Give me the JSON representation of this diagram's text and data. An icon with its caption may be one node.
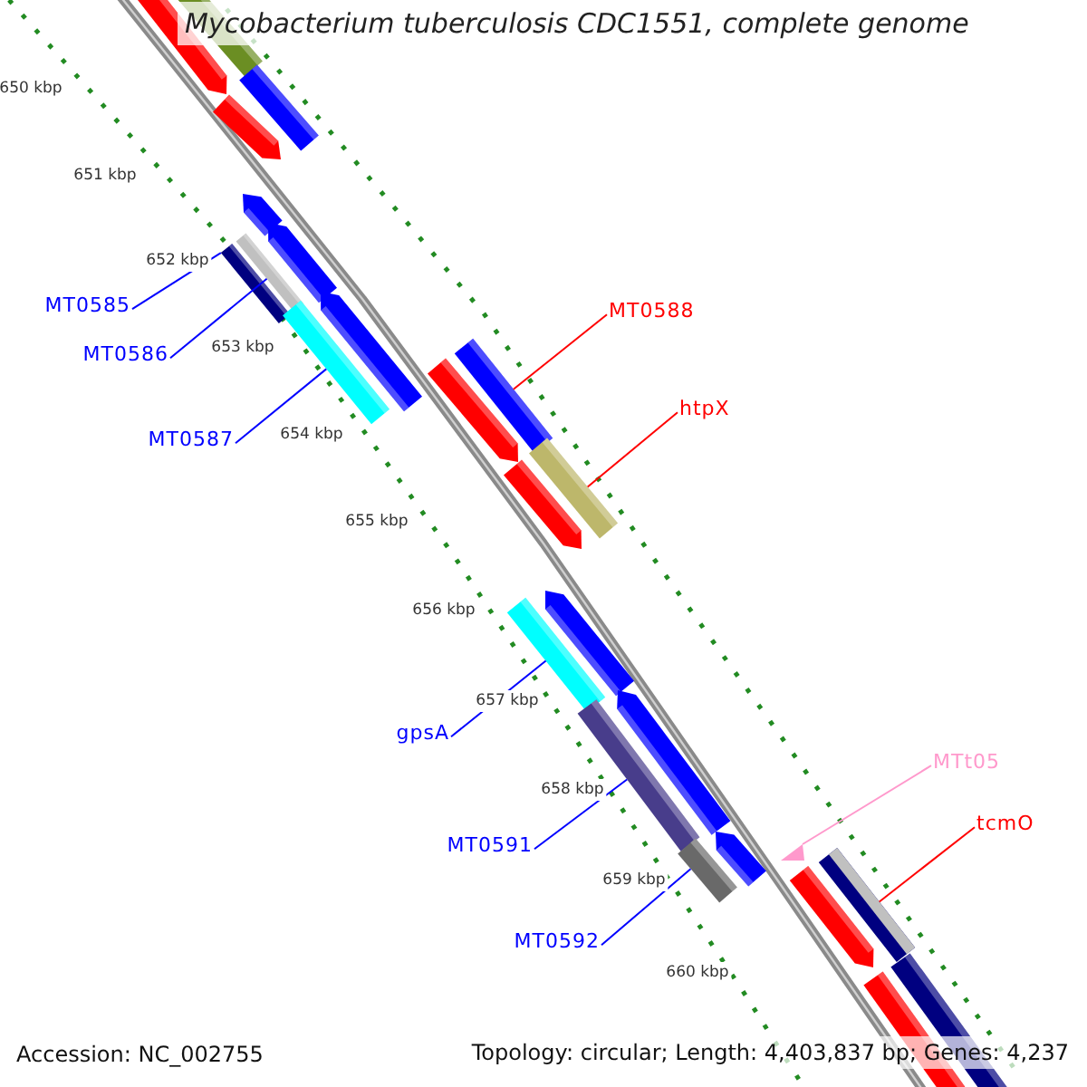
{
  "diagram": {
    "title": "Mycobacterium tuberculosis CDC1551, complete genome",
    "nodes": [
      {
        "text": [
          "MT0585"
        ]
      },
      {
        "text": [
          "MT0586"
        ]
      },
      {
        "text": [
          "MT0587"
        ]
      },
      {
        "text": [
          "MT0588"
        ]
      },
      {
        "text": [
          "htpX"
        ]
      },
      {
        "text": [
          "gpsA"
        ]
      },
      {
        "text": [
          "MT0591"
        ]
      },
      {
        "text": [
          "MT0592"
        ]
      },
      {
        "text": [
          "MTt05"
        ]
      },
      {
        "text": [
          "tcmO"
        ]
      },
      {
        "text": [],
        "shape": "box"
      },
      {
        "text": [],
        "shape": "box"
      },
      {
        "text": [],
        "shape": "box"
      },
      {
        "text": [],
        "shape": "box"
      },
      {
        "text": [],
        "shape": "box"
      },
      {
        "text": [],
        "shape": "box"
      },
      {
        "text": [],
        "shape": "box"
      },
      {
        "text": [],
        "shape": "box"
      },
      {
        "text": [],
        "shape": "triangle"
      },
      {
        "text": [],
        "shape": "box"
      }
    ],
    "edges": [
      {
        "from": 0,
        "to": 10,
        "arrow": "none"
      },
      {
        "from": 1,
        "to": 11,
        "arrow": "none"
      },
      {
        "from": 2,
        "to": 12,
        "arrow": "none"
      },
      {
        "from": 3,
        "to": 13,
        "arrow": "none",
        "color": "#ff0000"
      },
      {
        "from": 4,
        "to": 14,
        "arrow": "none",
        "color": "#ff0000"
      },
      {
        "from": 5,
        "to": 15,
        "arrow": "none"
      },
      {
        "from": 6,
        "to": 16,
        "arrow": "none"
      },
      {
        "from": 7,
        "to": 17,
        "arrow": "none"
      },
      {
        "from": 8,
        "to": 18,
        "arrow": "none",
        "color": "#ff99cc"
      },
      {
        "from": 9,
        "to": 19,
        "arrow": "none",
        "color": "#ff0000"
      }
    ],
    "labels": [
      "650 kbp",
      "651 kbp",
      "652 kbp",
      "653 kbp",
      "654 kbp",
      "655 kbp",
      "656 kbp",
      "657 kbp",
      "658 kbp",
      "659 kbp",
      "660 kbp",
      "Accession: NC_002755",
      "Topology: circular; Length: 4,403,837 bp; Genes: 4,237"
    ]
  }
}
